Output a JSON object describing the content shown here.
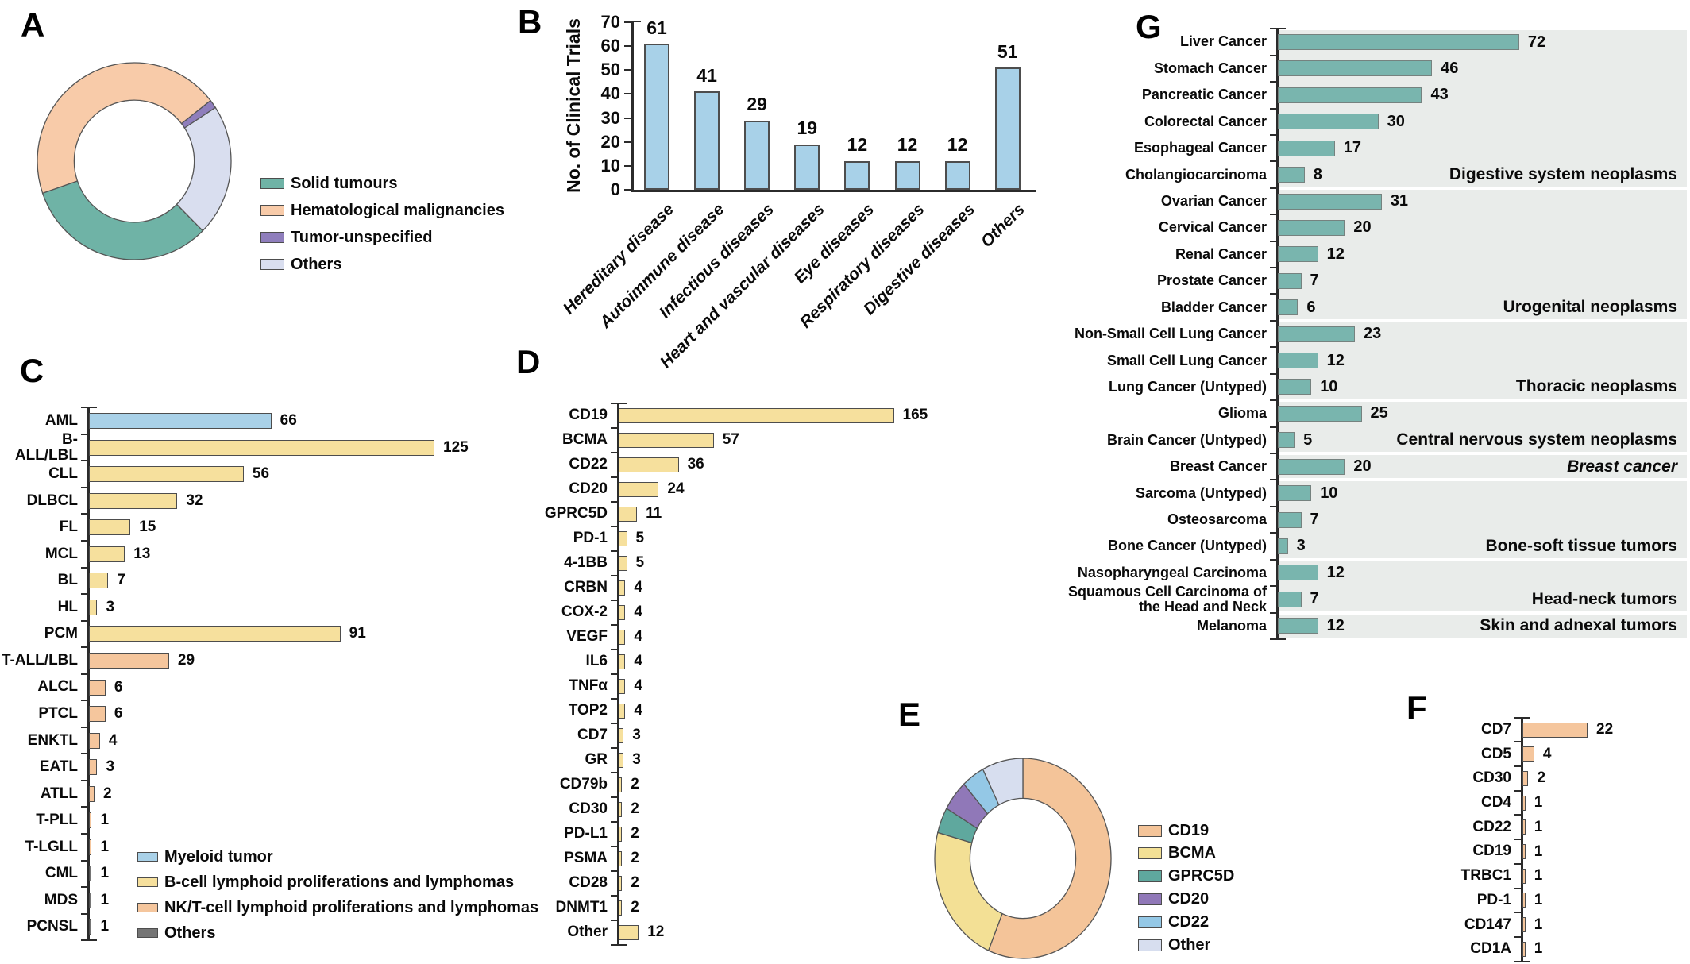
{
  "panel_letters": {
    "a": "A",
    "b": "B",
    "c": "C",
    "d": "D",
    "e": "E",
    "f": "F",
    "g": "G"
  },
  "chart_data": [
    {
      "panel": "A",
      "type": "pie",
      "subtype": "donut",
      "slices": [
        {
          "label": "Hematological malignancies",
          "color": "#F8CBA9",
          "start_deg": 251,
          "end_deg": 412,
          "pct": 44.7
        },
        {
          "label": "Tumor-unspecified",
          "color": "#8F7EBC",
          "start_deg": 52,
          "end_deg": 57,
          "pct": 1.4
        },
        {
          "label": "Others",
          "color": "#D9DEEF",
          "start_deg": 57,
          "end_deg": 135,
          "pct": 21.7
        },
        {
          "label": "Solid tumours",
          "color": "#6FB3A6",
          "start_deg": 135,
          "end_deg": 251,
          "pct": 32.2
        }
      ],
      "legend": [
        {
          "label": "Solid tumours",
          "color": "#6FB3A6"
        },
        {
          "label": "Hematological malignancies",
          "color": "#F8CBA9"
        },
        {
          "label": "Tumor-unspecified",
          "color": "#8F7EBC"
        },
        {
          "label": "Others",
          "color": "#D9DEEF"
        }
      ]
    },
    {
      "panel": "B",
      "type": "bar",
      "orientation": "vertical",
      "ylabel": "No. of Clinical Trials",
      "ylim": [
        0,
        70
      ],
      "yticks": [
        0,
        10,
        20,
        30,
        40,
        50,
        60,
        70
      ],
      "bar_color": "#A8D1E8",
      "categories": [
        "Hereditary disease",
        "Autoimmune disease",
        "Infectious diseases",
        "Heart and vascular diseases",
        "Eye diseases",
        "Respiratory diseases",
        "Digestive diseases",
        "Others"
      ],
      "values": [
        61,
        41,
        29,
        19,
        12,
        12,
        12,
        51
      ]
    },
    {
      "panel": "C",
      "type": "bar",
      "orientation": "horizontal",
      "categories": [
        "AML",
        "B-ALL/LBL",
        "CLL",
        "DLBCL",
        "FL",
        "MCL",
        "BL",
        "HL",
        "PCM",
        "T-ALL/LBL",
        "ALCL",
        "PTCL",
        "ENKTL",
        "EATL",
        "ATLL",
        "T-PLL",
        "T-LGLL",
        "CML",
        "MDS",
        "PCNSL"
      ],
      "values": [
        66,
        125,
        56,
        32,
        15,
        13,
        7,
        3,
        91,
        29,
        6,
        6,
        4,
        3,
        2,
        1,
        1,
        1,
        1,
        1
      ],
      "category_group_keys": [
        "myeloid",
        "b_cell",
        "b_cell",
        "b_cell",
        "b_cell",
        "b_cell",
        "b_cell",
        "b_cell",
        "b_cell",
        "nk_t_cell",
        "nk_t_cell",
        "nk_t_cell",
        "nk_t_cell",
        "nk_t_cell",
        "nk_t_cell",
        "nk_t_cell",
        "nk_t_cell",
        "others",
        "others",
        "others"
      ],
      "group_colors": {
        "myeloid": "#A9D1E8",
        "b_cell": "#F6E09D",
        "nk_t_cell": "#F5C69D",
        "others": "#757575"
      },
      "legend": [
        {
          "label": "Myeloid tumor",
          "color": "#A9D1E8"
        },
        {
          "label": "B-cell lymphoid proliferations and lymphomas",
          "color": "#F6E09D"
        },
        {
          "label": "NK/T-cell lymphoid proliferations and lymphomas",
          "color": "#F5C69D"
        },
        {
          "label": "Others",
          "color": "#757575"
        }
      ]
    },
    {
      "panel": "D",
      "type": "bar",
      "orientation": "horizontal",
      "bar_color": "#F6E09D",
      "categories": [
        "CD19",
        "BCMA",
        "CD22",
        "CD20",
        "GPRC5D",
        "PD-1",
        "4-1BB",
        "CRBN",
        "COX-2",
        "VEGF",
        "IL6",
        "TNFα",
        "TOP2",
        "CD7",
        "GR",
        "CD79b",
        "CD30",
        "PD-L1",
        "PSMA",
        "CD28",
        "DNMT1",
        "Other"
      ],
      "values": [
        165,
        57,
        36,
        24,
        11,
        5,
        5,
        4,
        4,
        4,
        4,
        4,
        4,
        3,
        3,
        2,
        2,
        2,
        2,
        2,
        2,
        12
      ]
    },
    {
      "panel": "E",
      "type": "pie",
      "subtype": "donut",
      "slices": [
        {
          "label": "CD19",
          "color": "#F4C499",
          "start_deg": 0,
          "end_deg": 203,
          "pct": 56.4
        },
        {
          "label": "BCMA",
          "color": "#F3E095",
          "start_deg": 203,
          "end_deg": 285,
          "pct": 22.8
        },
        {
          "label": "GPRC5D",
          "color": "#5FA89E",
          "start_deg": 285,
          "end_deg": 300,
          "pct": 4.2
        },
        {
          "label": "CD20",
          "color": "#9078B8",
          "start_deg": 300,
          "end_deg": 318,
          "pct": 5.0
        },
        {
          "label": "CD22",
          "color": "#94C8E6",
          "start_deg": 318,
          "end_deg": 333,
          "pct": 4.2
        },
        {
          "label": "Other",
          "color": "#D7DEEF",
          "start_deg": 333,
          "end_deg": 360,
          "pct": 7.5
        }
      ],
      "legend": [
        {
          "label": "CD19",
          "color": "#F4C499"
        },
        {
          "label": "BCMA",
          "color": "#F3E095"
        },
        {
          "label": "GPRC5D",
          "color": "#5FA89E"
        },
        {
          "label": "CD20",
          "color": "#9078B8"
        },
        {
          "label": "CD22",
          "color": "#94C8E6"
        },
        {
          "label": "Other",
          "color": "#D7DEEF"
        }
      ]
    },
    {
      "panel": "F",
      "type": "bar",
      "orientation": "horizontal",
      "bar_color": "#F5C69D",
      "categories": [
        "CD7",
        "CD5",
        "CD30",
        "CD4",
        "CD22",
        "CD19",
        "TRBC1",
        "PD-1",
        "CD147",
        "CD1A"
      ],
      "values": [
        22,
        4,
        2,
        1,
        1,
        1,
        1,
        1,
        1,
        1
      ]
    },
    {
      "panel": "G",
      "type": "bar",
      "orientation": "horizontal",
      "bar_color": "#79B5AE",
      "band_color": "#E9ECEA",
      "groups": [
        {
          "label": "Digestive system neoplasms",
          "italic": false,
          "items": [
            [
              "Liver Cancer",
              72
            ],
            [
              "Stomach Cancer",
              46
            ],
            [
              "Pancreatic Cancer",
              43
            ],
            [
              "Colorectal Cancer",
              30
            ],
            [
              "Esophageal Cancer",
              17
            ],
            [
              "Cholangiocarcinoma",
              8
            ]
          ]
        },
        {
          "label": "Urogenital neoplasms",
          "italic": false,
          "items": [
            [
              "Ovarian Cancer",
              31
            ],
            [
              "Cervical Cancer",
              20
            ],
            [
              "Renal Cancer",
              12
            ],
            [
              "Prostate Cancer",
              7
            ],
            [
              "Bladder Cancer",
              6
            ]
          ]
        },
        {
          "label": "Thoracic neoplasms",
          "italic": false,
          "items": [
            [
              "Non-Small Cell Lung Cancer",
              23
            ],
            [
              "Small Cell Lung Cancer",
              12
            ],
            [
              "Lung Cancer (Untyped)",
              10
            ]
          ]
        },
        {
          "label": "Central nervous system neoplasms",
          "italic": false,
          "items": [
            [
              "Glioma",
              25
            ],
            [
              "Brain Cancer (Untyped)",
              5
            ]
          ]
        },
        {
          "label": "Breast cancer",
          "italic": true,
          "items": [
            [
              "Breast Cancer",
              20
            ]
          ]
        },
        {
          "label": "Bone-soft tissue tumors",
          "italic": false,
          "items": [
            [
              "Sarcoma (Untyped)",
              10
            ],
            [
              "Osteosarcoma",
              7
            ],
            [
              "Bone Cancer (Untyped)",
              3
            ]
          ]
        },
        {
          "label": "Head-neck tumors",
          "italic": false,
          "items": [
            [
              "Nasopharyngeal Carcinoma",
              12
            ],
            [
              "Squamous Cell Carcinoma of\nthe Head and Neck",
              7
            ]
          ]
        },
        {
          "label": "Skin and adnexal tumors",
          "italic": false,
          "items": [
            [
              "Melanoma",
              12
            ]
          ]
        }
      ]
    }
  ]
}
